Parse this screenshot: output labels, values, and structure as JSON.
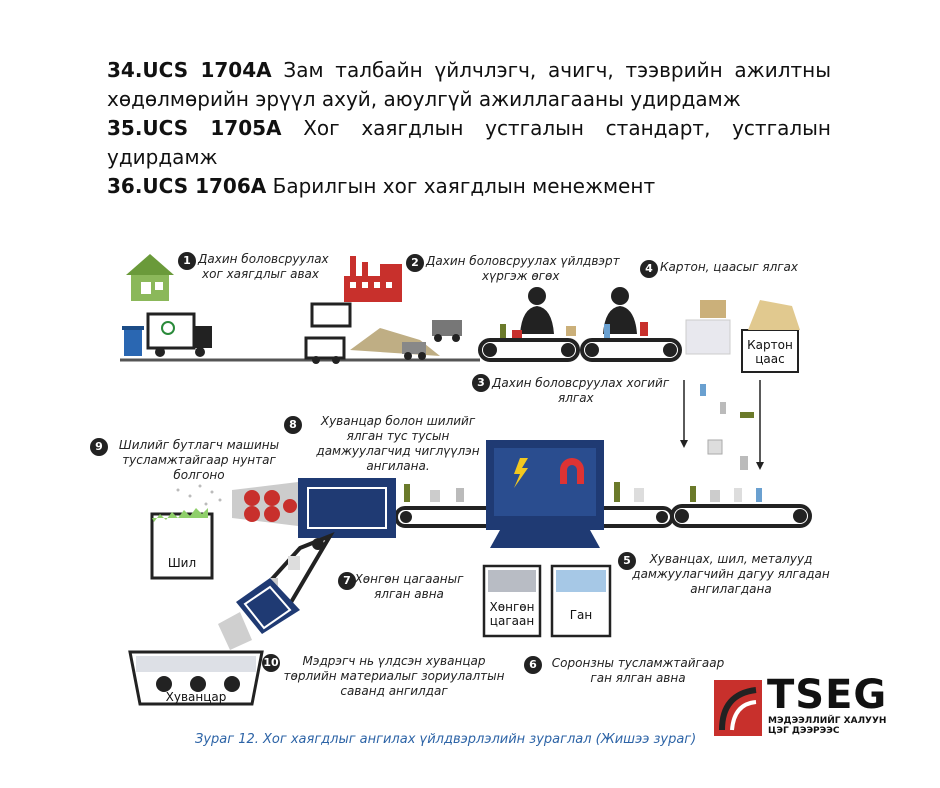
{
  "document": {
    "items": [
      {
        "code": "34.UCS 1704A",
        "text": " Зам талбайн үйлчлэгч, ачигч, тээврийн ажилтны хөдөлмөрийн эрүүл ахуй, аюулгүй ажиллагааны удирдамж"
      },
      {
        "code": "35.UCS 1705A",
        "text": " Хог хаягдлын устгалын стандарт, устгалын удирдамж"
      },
      {
        "code": "36.UCS 1706A",
        "text": " Барилгын хог хаягдлын менежмент"
      }
    ]
  },
  "diagram": {
    "steps": [
      {
        "n": "1",
        "line1": "Дахин боловсруулах",
        "line2": "хог хаягдлыг авах"
      },
      {
        "n": "2",
        "line1": "Дахин боловсруулах үйлдвэрт",
        "line2": "хүргэж өгөх"
      },
      {
        "n": "3",
        "line1": "Дахин боловсруулах хогийг",
        "line2": "ялгах"
      },
      {
        "n": "4",
        "line1": "Картон, цаасыг ялгах",
        "line2": ""
      },
      {
        "n": "5",
        "line1": "Хуванцах, шил, металууд",
        "line2": "дамжуулагчийн дагуу ялгадан",
        "line3": "ангилагдана"
      },
      {
        "n": "6",
        "line1": "Соронзны тусламжтайгаар",
        "line2": "ган ялган авна"
      },
      {
        "n": "7",
        "line1": "Хөнгөн цагааныг",
        "line2": "ялган авна"
      },
      {
        "n": "8",
        "line1": "Хуванцар болон шилийг",
        "line2": "ялган тус тусын",
        "line3": "дамжуулагчид чиглүүлэн",
        "line4": "ангилана."
      },
      {
        "n": "9",
        "line1": "Шилийг бутлагч машины",
        "line2": "тусламжтайгаар нунтаг",
        "line3": "болгоно"
      },
      {
        "n": "10",
        "line1": "Мэдрэгч нь үлдсэн хуванцар",
        "line2": "төрлийн материалыг зориулалтын",
        "line3": "саванд ангилдаг"
      }
    ],
    "bins": {
      "carton_1": "Картон",
      "carton_2": "цаас",
      "glass": "Шил",
      "aluminium_1": "Хөнгөн",
      "aluminium_2": "цагаан",
      "steel": "Ган",
      "plastic": "Хуванцар"
    },
    "colors": {
      "belt": "#333333",
      "box_blue": "#1f3a73",
      "gear_red": "#c8302c",
      "house_green": "#6a9a3a",
      "factory_red": "#c8302c"
    }
  },
  "caption": "Зураг 12. Хог хаягдлыг ангилах үйлдвэрлэлийн зураглал (Жишээ зураг)",
  "logo": {
    "name": "TSEG",
    "sub1": "МЭДЭЭЛЛИЙГ ХАЛУУН",
    "sub2": "ЦЭГ ДЭЭРЭЭС",
    "accent": "#c8302c"
  }
}
